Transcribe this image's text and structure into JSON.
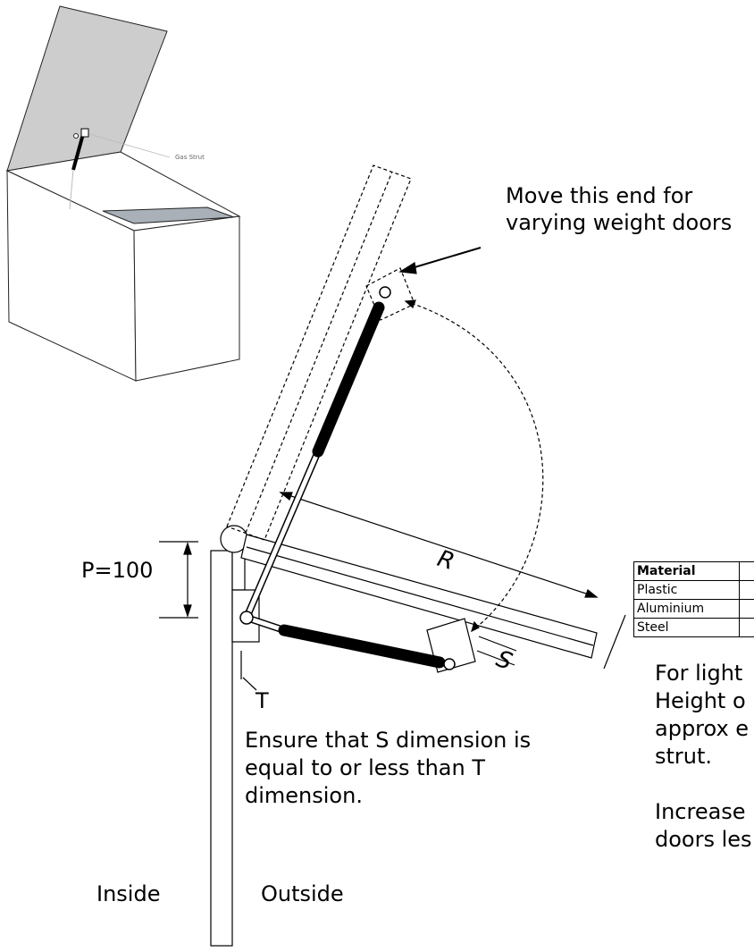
{
  "labels": {
    "callout_line1": "Move this end for",
    "callout_line2": "varying weight doors",
    "p_dimension": "P=100",
    "r_dimension": "R",
    "s_dimension": "S",
    "t_dimension": "T",
    "ensure_note": "Ensure that S dimension is equal to or less than T dimension.",
    "inside": "Inside",
    "outside": "Outside",
    "gas_strut": "Gas Strut"
  },
  "material_table": {
    "header": "Material",
    "rows": [
      "Plastic",
      "Aluminium",
      "Steel"
    ]
  },
  "right_note": {
    "line1": "For light",
    "line2": "Height o",
    "line3": "approx e",
    "line4": "strut.",
    "line5": "Increase",
    "line6": "doors les"
  },
  "colors": {
    "line": "#000000",
    "strut_body": "#2a2a2a",
    "lid": "#cfcfcf",
    "box_shadow": "#a9b0b8"
  }
}
